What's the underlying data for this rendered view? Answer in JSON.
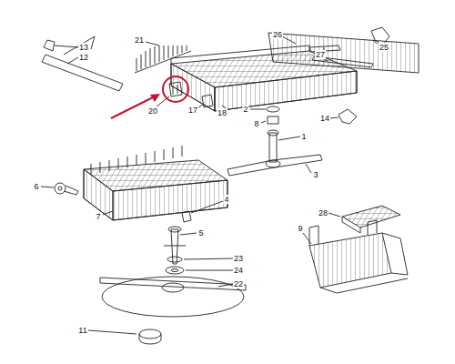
{
  "diagram": {
    "labels": [
      "13",
      "12",
      "21",
      "26",
      "25",
      "27",
      "20",
      "17",
      "18",
      "2",
      "8",
      "14",
      "1",
      "3",
      "6",
      "7",
      "4",
      "5",
      "28",
      "9",
      "23",
      "24",
      "22",
      "11"
    ]
  }
}
